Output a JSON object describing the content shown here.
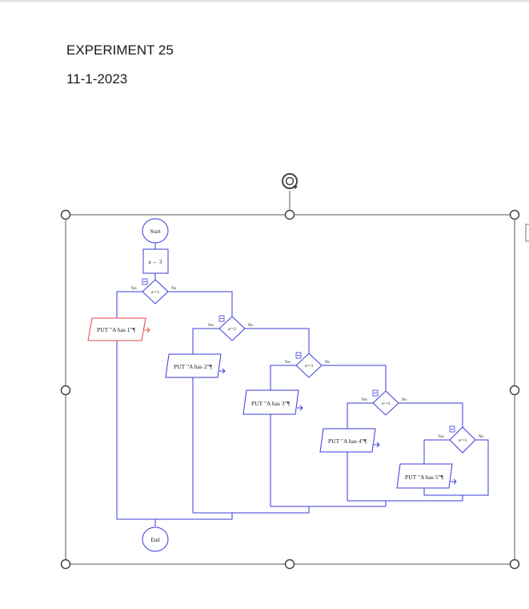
{
  "document": {
    "title": "EXPERIMENT 25",
    "date": "11-1-2023"
  },
  "flowchart": {
    "start_label": "Start",
    "end_label": "End",
    "assign_label": "a ← 3",
    "yes_label": "Yes",
    "no_label": "No",
    "conditions": [
      "a==1",
      "a==2",
      "a==3",
      "a==4",
      "a==5"
    ],
    "outputs": [
      "PUT \"A has 1\"¶",
      "PUT \"A has 2\"¶",
      "PUT \"A has 3\"¶",
      "PUT \"A has 4\"¶",
      "PUT \"A has 5\"¶"
    ]
  },
  "colors": {
    "flow_line": "#3b3bd9",
    "selected_output": "#e04848",
    "selection_frame": "#555555"
  }
}
